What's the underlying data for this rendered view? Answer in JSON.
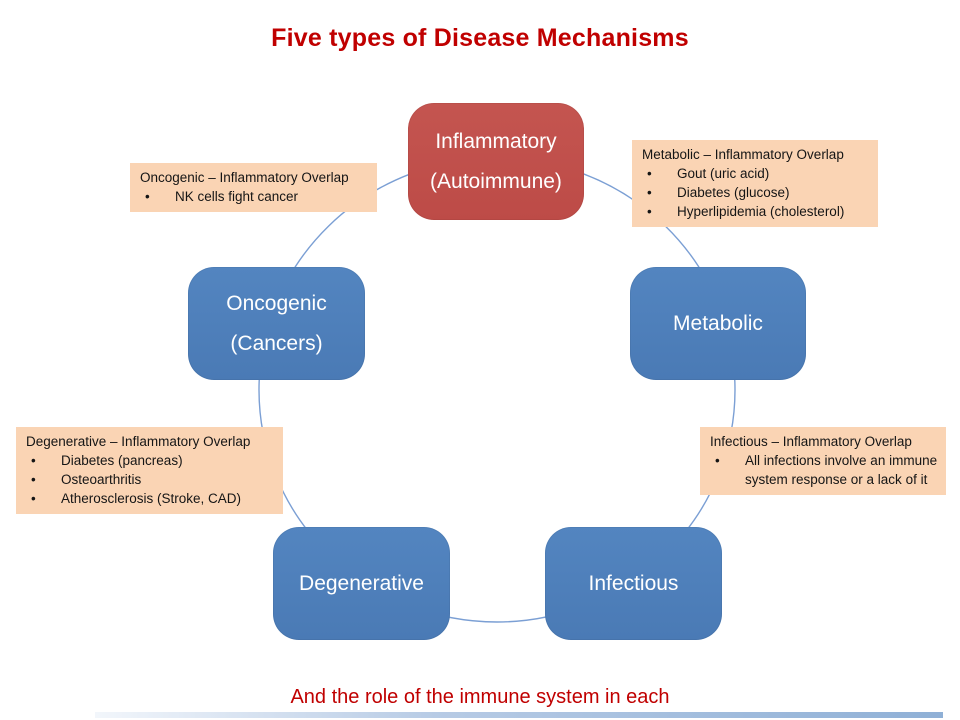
{
  "slide": {
    "title": "Five types of Disease Mechanisms",
    "subtitle": "And the role of the immune system in each"
  },
  "bullet_char": "•",
  "colors": {
    "title_red": "#C00000",
    "inflammatory_node_red": "#C0504D",
    "node_blue": "#4F81BD",
    "annotation_peach": "#FAD4B4",
    "cycle_circle_blue": "#7B9FD4",
    "footer_bar_blue": "#95B3D7",
    "node_text": "#FFFFFF",
    "annotation_text": "#151515"
  },
  "nodes": [
    {
      "id": "inflammatory",
      "line1": "Inflammatory",
      "line2": "(Autoimmune)"
    },
    {
      "id": "metabolic",
      "line1": "Metabolic"
    },
    {
      "id": "infectious",
      "line1": "Infectious"
    },
    {
      "id": "degenerative",
      "line1": "Degenerative"
    },
    {
      "id": "oncogenic",
      "line1": "Oncogenic",
      "line2": "(Cancers)"
    }
  ],
  "annotations": [
    {
      "id": "oncogenic-overlap",
      "title": "Oncogenic – Inflammatory Overlap",
      "bullets": [
        "NK cells fight cancer"
      ]
    },
    {
      "id": "metabolic-overlap",
      "title": "Metabolic – Inflammatory Overlap",
      "bullets": [
        "Gout (uric acid)",
        "Diabetes (glucose)",
        "Hyperlipidemia (cholesterol)"
      ]
    },
    {
      "id": "degenerative-overlap",
      "title": "Degenerative – Inflammatory Overlap",
      "bullets": [
        "Diabetes (pancreas)",
        "Osteoarthritis",
        "Atherosclerosis (Stroke,  CAD)"
      ]
    },
    {
      "id": "infectious-overlap",
      "title": "Infectious – Inflammatory  Overlap",
      "bullets": [
        "All infections involve an immune  system response or a lack of it"
      ]
    }
  ]
}
